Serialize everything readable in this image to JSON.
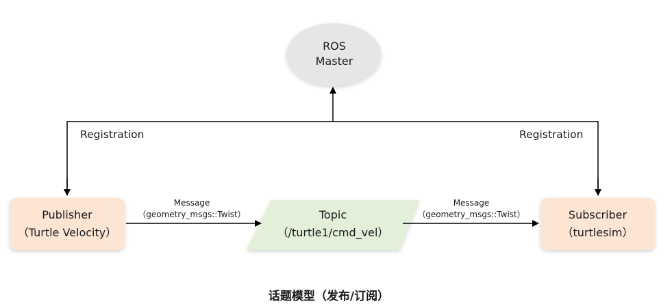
{
  "master": {
    "line1": "ROS",
    "line2": "Master"
  },
  "registration_left": "Registration",
  "registration_right": "Registration",
  "publisher": {
    "line1": "Publisher",
    "line2": "（Turtle Velocity）"
  },
  "topic": {
    "line1": "Topic",
    "line2": "（/turtle1/cmd_vel）"
  },
  "subscriber": {
    "line1": "Subscriber",
    "line2": "（turtlesim）"
  },
  "message_left": {
    "line1": "Message",
    "line2": "（geometry_msgs::Twist）"
  },
  "message_right": {
    "line1": "Message",
    "line2": "（geometry_msgs::Twist）"
  },
  "caption": "话题模型（发布/订阅）",
  "colors": {
    "master_fill": "#e6e6e6",
    "node_fill": "#fde5d4",
    "topic_fill": "#e2efd9",
    "line": "#000000"
  }
}
